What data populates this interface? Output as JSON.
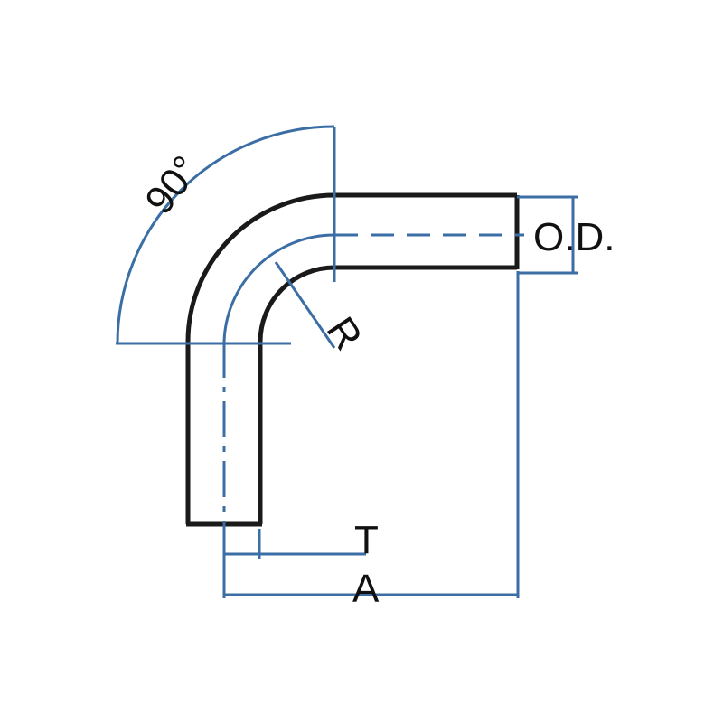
{
  "labels": {
    "angle": "90°",
    "outer_diameter": "O.D.",
    "radius": "R",
    "wall": "T",
    "length": "A"
  },
  "colors": {
    "pipe": "#1a1a1a",
    "dimension": "#3b6ea5",
    "text": "#111111",
    "background": "#ffffff"
  }
}
